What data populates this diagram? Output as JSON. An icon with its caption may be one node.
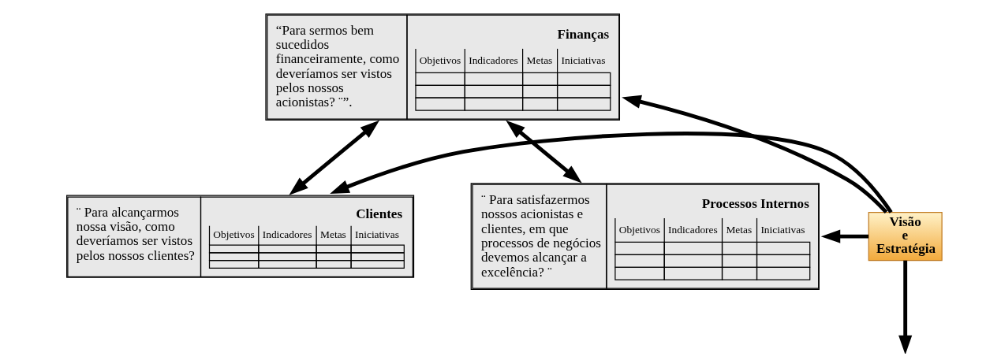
{
  "diagram": {
    "nodes": [
      {
        "text": [
          "“Para sermos bem sucedidos financeiramente, como deveríamos ser vistos pelos nossos acionistas? ¨”.",
          "Finanças",
          "Objetivos",
          "Indicadores",
          "Metas",
          "Iniciativas"
        ]
      },
      {
        "text": [
          "¨ Para alcançarmos nossa visão, como deveríamos ser vistos pelos nossos clientes?",
          "Clientes",
          "Objetivos",
          "Indicadores",
          "Metas",
          "Iniciativas"
        ]
      },
      {
        "text": [
          "Visão e Estratégia"
        ]
      },
      {
        "text": [
          "¨ Para satisfazermos nossos acionistas e clientes, em que processos de negócios devemos alcançar a excelência? ¨",
          "Processos Internos",
          "Objetivos",
          "Indicadores",
          "Metas",
          "Iniciativas"
        ]
      }
    ],
    "edges": [
      {
        "from": 0,
        "to": 1,
        "arrow": "both"
      },
      {
        "from": 0,
        "to": 3,
        "arrow": "both"
      },
      {
        "from": 2,
        "to": 0,
        "arrow": "to"
      },
      {
        "from": 2,
        "to": 1,
        "arrow": "to"
      },
      {
        "from": 2,
        "to": 3,
        "arrow": "to"
      },
      {
        "from": 2,
        "to": null,
        "arrow": "to"
      }
    ]
  }
}
